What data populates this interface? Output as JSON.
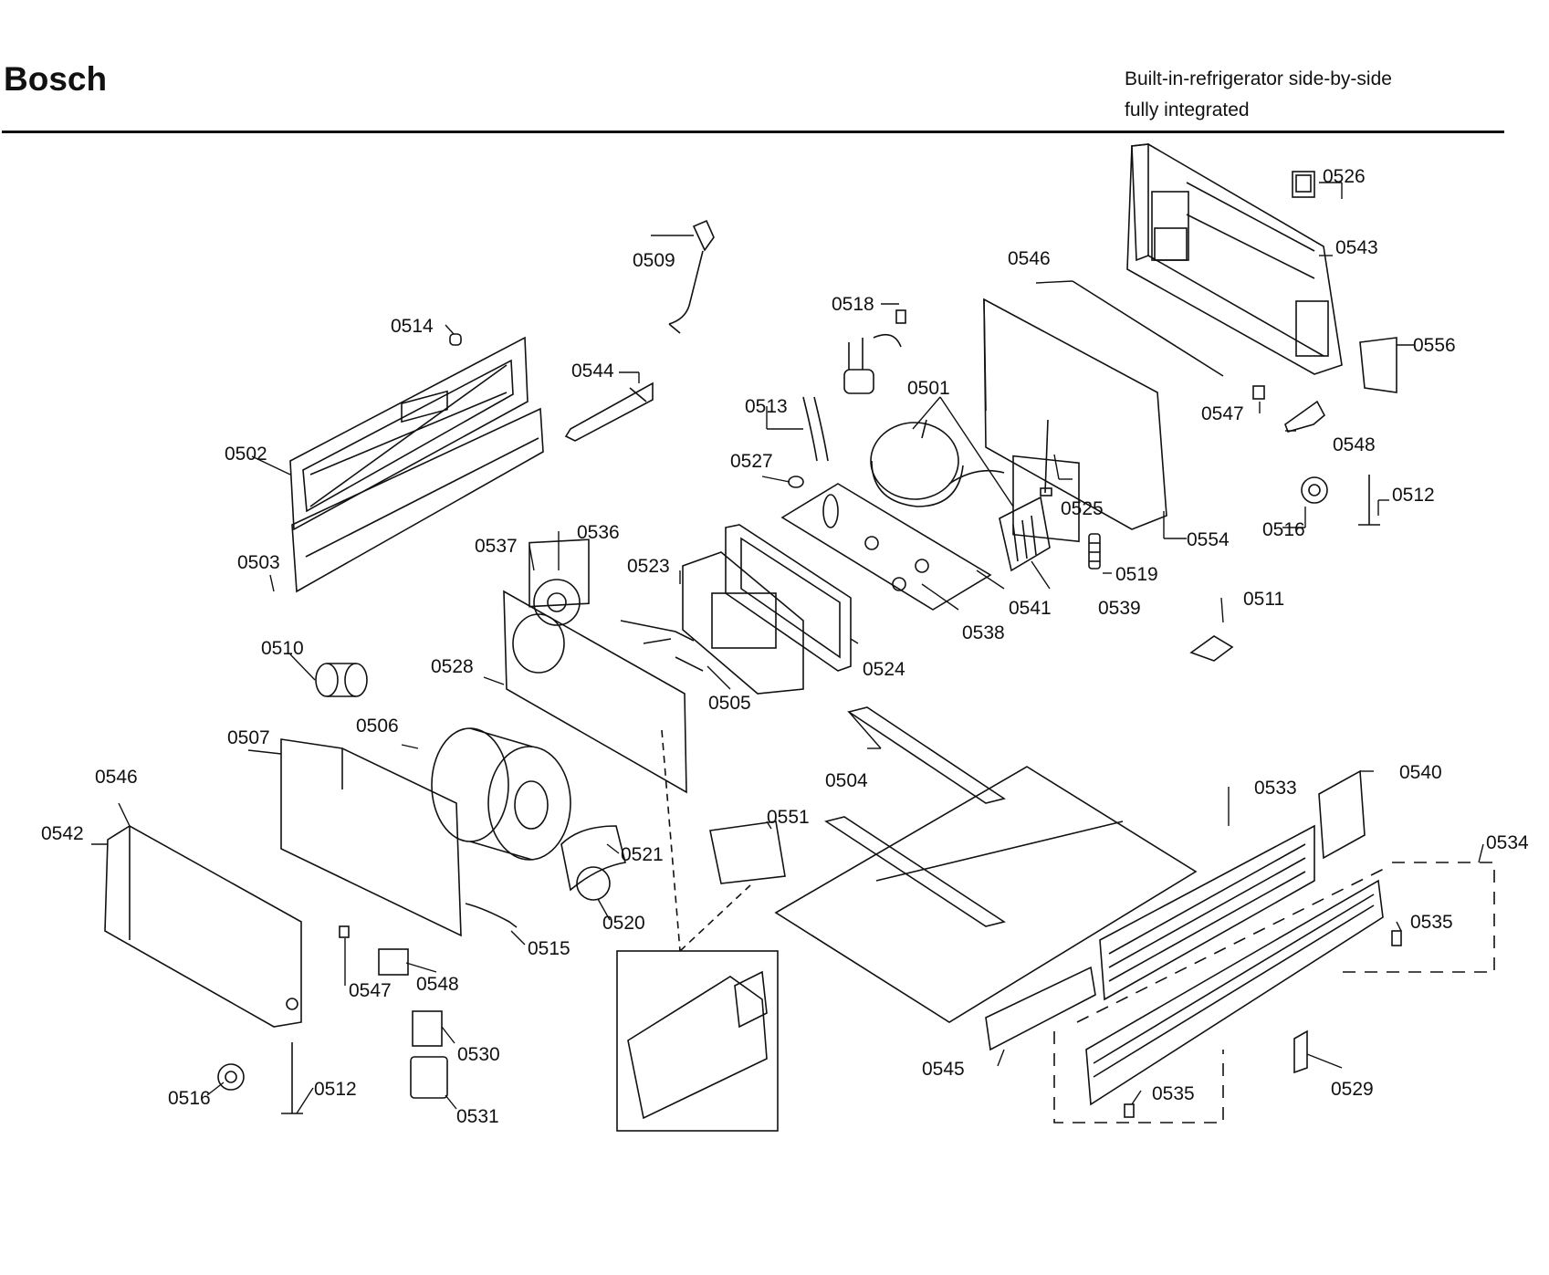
{
  "header": {
    "brand": "Bosch",
    "model_line1": "Built-in-refrigerator side-by-side",
    "model_line2": "fully integrated"
  },
  "callouts": [
    {
      "id": "c0526",
      "label": "0526"
    },
    {
      "id": "c0543",
      "label": "0543"
    },
    {
      "id": "c0509",
      "label": "0509"
    },
    {
      "id": "c0546a",
      "label": "0546"
    },
    {
      "id": "c0518",
      "label": "0518"
    },
    {
      "id": "c0514",
      "label": "0514"
    },
    {
      "id": "c0556",
      "label": "0556"
    },
    {
      "id": "c0544",
      "label": "0544"
    },
    {
      "id": "c0501",
      "label": "0501"
    },
    {
      "id": "c0513",
      "label": "0513"
    },
    {
      "id": "c0547a",
      "label": "0547"
    },
    {
      "id": "c0548a",
      "label": "0548"
    },
    {
      "id": "c0502",
      "label": "0502"
    },
    {
      "id": "c0527",
      "label": "0527"
    },
    {
      "id": "c0525",
      "label": "0525"
    },
    {
      "id": "c0512a",
      "label": "0512"
    },
    {
      "id": "c0516a",
      "label": "0516"
    },
    {
      "id": "c0554",
      "label": "0554"
    },
    {
      "id": "c0537",
      "label": "0537"
    },
    {
      "id": "c0536",
      "label": "0536"
    },
    {
      "id": "c0503",
      "label": "0503"
    },
    {
      "id": "c0519",
      "label": "0519"
    },
    {
      "id": "c0523",
      "label": "0523"
    },
    {
      "id": "c0541",
      "label": "0541"
    },
    {
      "id": "c0539",
      "label": "0539"
    },
    {
      "id": "c0511",
      "label": "0511"
    },
    {
      "id": "c0538",
      "label": "0538"
    },
    {
      "id": "c0510",
      "label": "0510"
    },
    {
      "id": "c0524",
      "label": "0524"
    },
    {
      "id": "c0528",
      "label": "0528"
    },
    {
      "id": "c0505",
      "label": "0505"
    },
    {
      "id": "c0507",
      "label": "0507"
    },
    {
      "id": "c0506",
      "label": "0506"
    },
    {
      "id": "c0504",
      "label": "0504"
    },
    {
      "id": "c0540",
      "label": "0540"
    },
    {
      "id": "c0533",
      "label": "0533"
    },
    {
      "id": "c0546b",
      "label": "0546"
    },
    {
      "id": "c0551",
      "label": "0551"
    },
    {
      "id": "c0534",
      "label": "0534"
    },
    {
      "id": "c0542",
      "label": "0542"
    },
    {
      "id": "c0521",
      "label": "0521"
    },
    {
      "id": "c0535a",
      "label": "0535"
    },
    {
      "id": "c0520",
      "label": "0520"
    },
    {
      "id": "c0515",
      "label": "0515"
    },
    {
      "id": "c0547b",
      "label": "0547"
    },
    {
      "id": "c0548b",
      "label": "0548"
    },
    {
      "id": "c0530",
      "label": "0530"
    },
    {
      "id": "c0545",
      "label": "0545"
    },
    {
      "id": "c0512b",
      "label": "0512"
    },
    {
      "id": "c0516b",
      "label": "0516"
    },
    {
      "id": "c0531",
      "label": "0531"
    },
    {
      "id": "c0535b",
      "label": "0535"
    },
    {
      "id": "c0529",
      "label": "0529"
    }
  ]
}
